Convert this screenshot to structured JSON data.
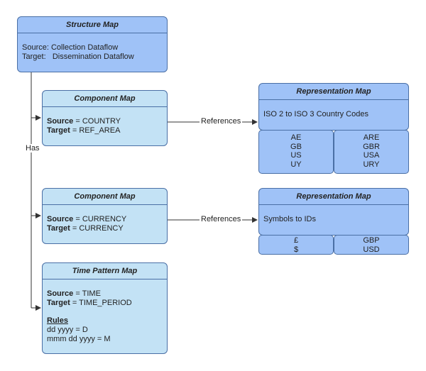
{
  "structure_map": {
    "title": "Structure Map",
    "source_label": "Source:",
    "source_value": "Collection Dataflow",
    "target_label": "Target:",
    "target_value": "Dissemination Dataflow"
  },
  "has_label": "Has",
  "component_maps": [
    {
      "title": "Component Map",
      "source_key": "Source",
      "source_value": " = COUNTRY",
      "target_key": "Target",
      "target_value": " = REF_AREA",
      "edge_label": "References"
    },
    {
      "title": "Component Map",
      "source_key": "Source",
      "source_value": " = CURRENCY",
      "target_key": "Target",
      "target_value": " = CURRENCY",
      "edge_label": "References"
    }
  ],
  "representation_maps": [
    {
      "title": "Representation Map",
      "description": "ISO 2 to ISO 3 Country Codes",
      "left": [
        "AE",
        "GB",
        "US",
        "UY"
      ],
      "right": [
        "ARE",
        "GBR",
        "USA",
        "URY"
      ]
    },
    {
      "title": "Representation Map",
      "description": "Symbols to IDs",
      "left": [
        "£",
        "$"
      ],
      "right": [
        "GBP",
        "USD"
      ]
    }
  ],
  "time_pattern_map": {
    "title": "Time Pattern Map",
    "source_key": "Source",
    "source_value": " = TIME",
    "target_key": "Target",
    "target_value": " = TIME_PERIOD",
    "rules_heading": "Rules",
    "rules": [
      "dd yyyy = D",
      "mmm dd yyyy = M"
    ]
  },
  "colors": {
    "dark_fill": "#9fc2f7",
    "light_fill": "#c3e2f5",
    "border": "#4a6fa5",
    "connector": "#333333"
  }
}
